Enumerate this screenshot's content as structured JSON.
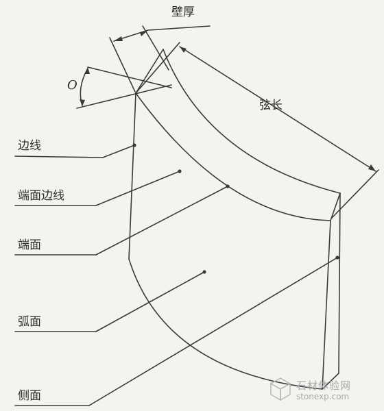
{
  "labels": {
    "wall_thickness": "壁厚",
    "chord_length": "弦长",
    "angle": "O",
    "edge": "边线",
    "end_face_edge": "端面边线",
    "end_face": "端面",
    "arc_face": "弧面",
    "side_face": "侧面"
  },
  "watermark": {
    "name": "石材体验网",
    "url": "stonexp.com"
  },
  "colors": {
    "line": "#3a3a3a",
    "text": "#2b2b2b",
    "watermark": "#a9a9a9"
  }
}
